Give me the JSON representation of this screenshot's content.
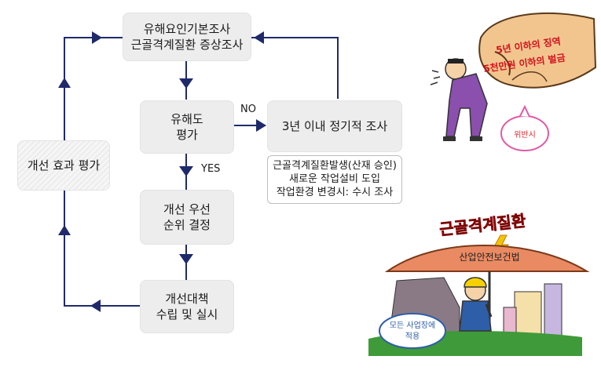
{
  "flow": {
    "survey": "유해요인기본조사\n근골격계질환 증상조사",
    "hazard": "유해도\n평가",
    "regular": "3년 이내 정기적 조사",
    "priority": "개선 우선\n순위 결정",
    "measure": "개선대책\n수립 및 실시",
    "evaluate": "개선 효과 평가",
    "no_label": "NO",
    "yes_label": "YES",
    "note": "근골격계질환발생(산재 승인)\n새로운 작업설비 도입\n작업환경 변경시: 수시 조사"
  },
  "illustrations": {
    "top": {
      "fist_text_1": "5년 이하의 징역",
      "fist_text_2": "5천만원 이하의 벌금",
      "bubble": "위반시"
    },
    "bottom": {
      "title": "근골격계질환",
      "umbrella": "산업안전보건법",
      "bubble": "모든 사업장에\n적용"
    }
  },
  "colors": {
    "arrow": "#1f2a6b",
    "box": "#ededed",
    "fist_text": "#d4101b",
    "umbrella": "#e98a63"
  }
}
